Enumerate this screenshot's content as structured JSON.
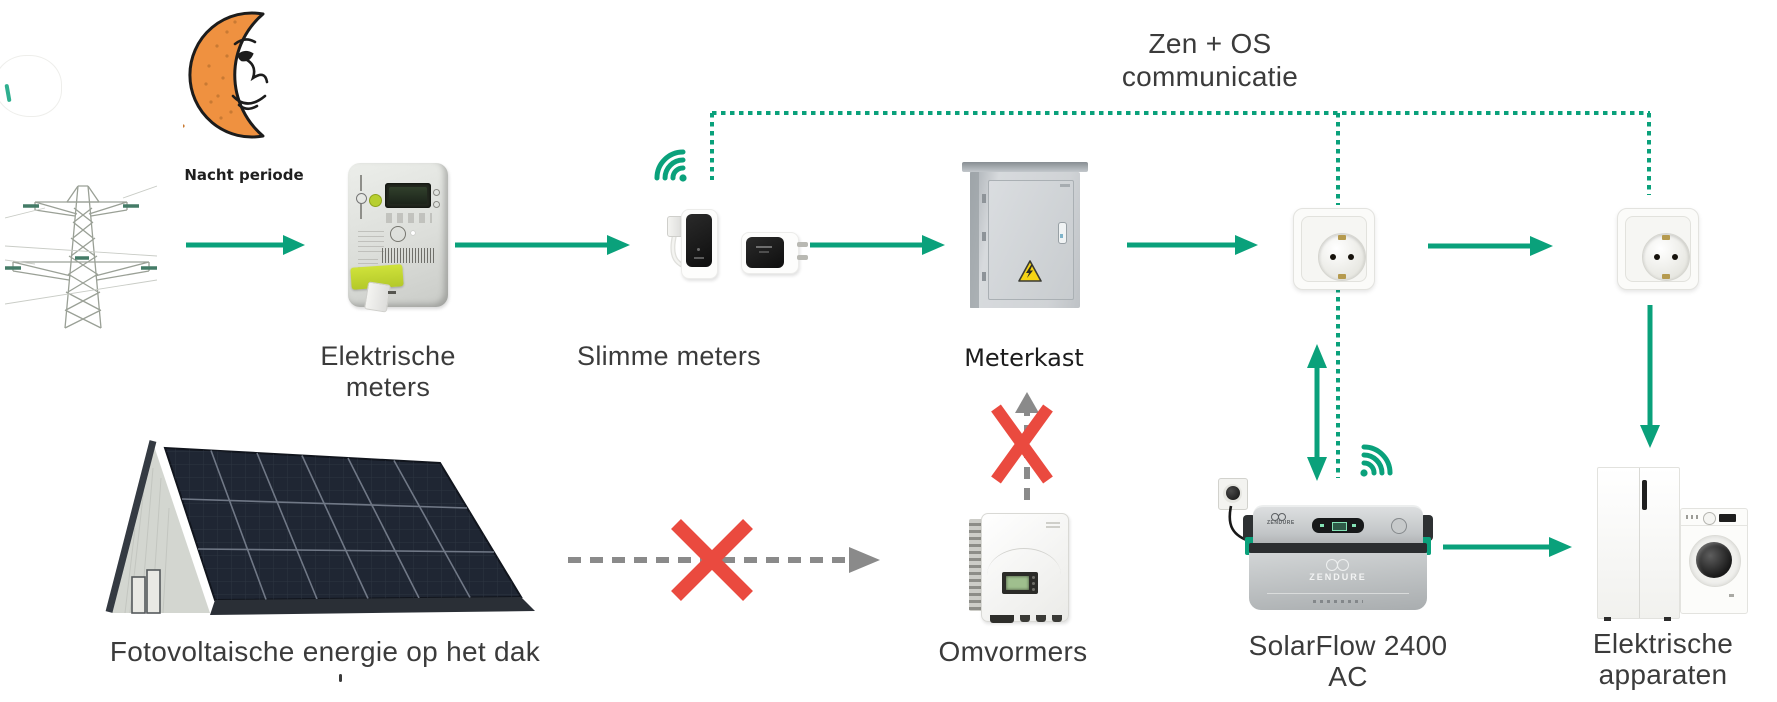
{
  "colors": {
    "green": "#0aa17b",
    "red": "#ea4a3f",
    "dash_gray": "#8a8a8a",
    "text": "#3a3a3a",
    "moon_orange": "#ef9140"
  },
  "nodes": {
    "grid": {
      "night_label": "Nacht periode"
    },
    "electric_meters": {
      "label": "Elektrische meters"
    },
    "smart_meters": {
      "label": "Slimme meters"
    },
    "meterkast": {
      "label": "Meterkast"
    },
    "zen_os": {
      "line1": "Zen + OS",
      "line2": "communicatie"
    },
    "pv_roof": {
      "label": "Fotovoltaische energie op het dak"
    },
    "inverters": {
      "label": "Omvormers"
    },
    "solarflow": {
      "label": "SolarFlow 2400 AC",
      "brand": "ZENDURE"
    },
    "appliances": {
      "line1": "Elektrische",
      "line2": "apparaten"
    }
  }
}
